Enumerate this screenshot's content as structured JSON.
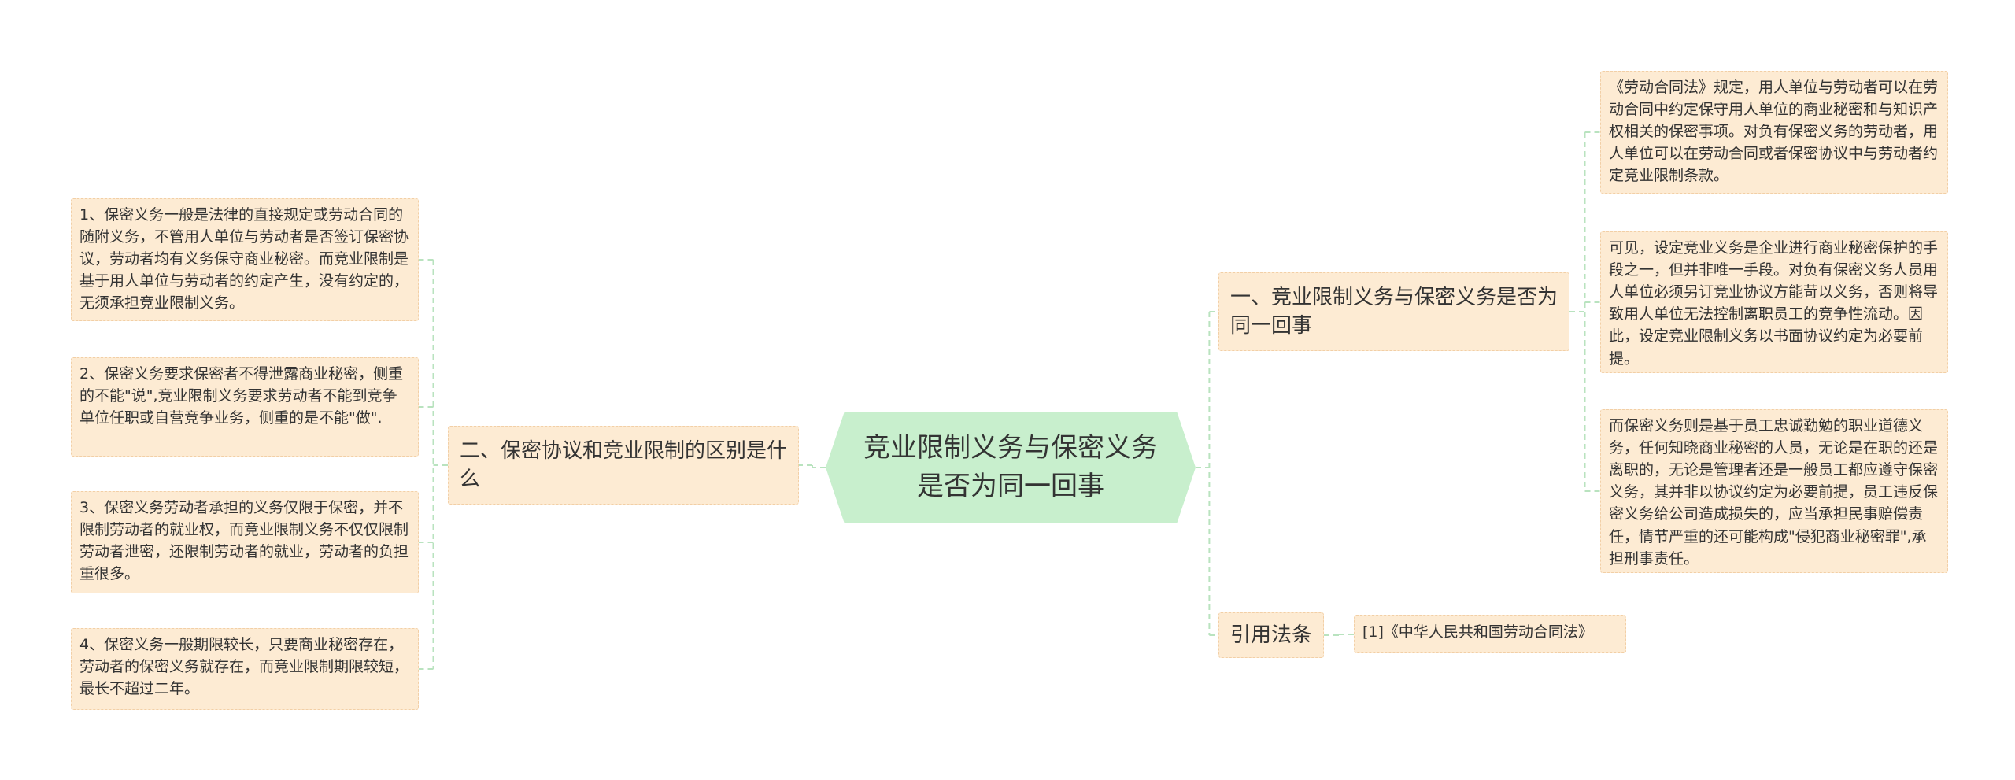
{
  "root": {
    "title": "竞业限制义务与保密义务是否为同一回事"
  },
  "right_branches": [
    {
      "title": "一、竞业限制义务与保密义务是否为同一回事",
      "children": [
        "《劳动合同法》规定，用人单位与劳动者可以在劳动合同中约定保守用人单位的商业秘密和与知识产权相关的保密事项。对负有保密义务的劳动者，用人单位可以在劳动合同或者保密协议中与劳动者约定竞业限制条款。",
        "可见，设定竞业义务是企业进行商业秘密保护的手段之一，但并非唯一手段。对负有保密义务人员用人单位必须另订竞业协议方能苛以义务，否则将导致用人单位无法控制离职员工的竞争性流动。因此，设定竞业限制义务以书面协议约定为必要前提。",
        "而保密义务则是基于员工忠诚勤勉的职业道德义务，任何知晓商业秘密的人员，无论是在职的还是离职的，无论是管理者还是一般员工都应遵守保密义务，其并非以协议约定为必要前提，员工违反保密义务给公司造成损失的，应当承担民事赔偿责任，情节严重的还可能构成\"侵犯商业秘密罪\",承担刑事责任。"
      ]
    },
    {
      "title": "引用法条",
      "children": [
        "[1]《中华人民共和国劳动合同法》"
      ]
    }
  ],
  "left_branches": [
    {
      "title": "二、保密协议和竞业限制的区别是什么",
      "children": [
        "1、保密义务一般是法律的直接规定或劳动合同的随附义务，不管用人单位与劳动者是否签订保密协议，劳动者均有义务保守商业秘密。而竞业限制是基于用人单位与劳动者的约定产生，没有约定的，无须承担竞业限制义务。",
        "2、保密义务要求保密者不得泄露商业秘密，侧重的不能\"说\",竞业限制义务要求劳动者不能到竞争单位任职或自营竞争业务，侧重的是不能\"做\".",
        "3、保密义务劳动者承担的义务仅限于保密，并不限制劳动者的就业权，而竞业限制义务不仅仅限制劳动者泄密，还限制劳动者的就业，劳动者的负担重很多。",
        "4、保密义务一般期限较长，只要商业秘密存在，劳动者的保密义务就存在，而竞业限制期限较短，最长不超过二年。"
      ]
    }
  ],
  "colors": {
    "root_fill": "#c8efcd",
    "node_fill": "#fdebd3",
    "node_border": "#f2cfa6",
    "connector": "#b9e3bf"
  }
}
